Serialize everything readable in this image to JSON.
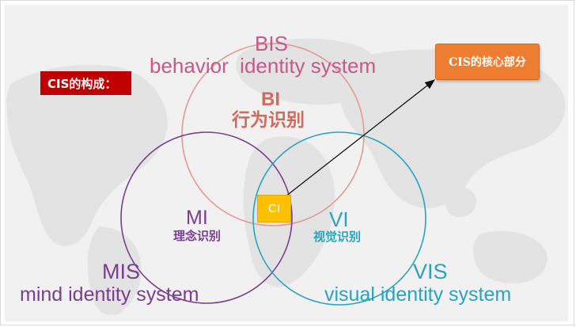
{
  "tag_label": "CIS的构成：",
  "core_label": "CIS的核心部分",
  "bis": {
    "abbr": "BIS",
    "full": "behavior  identity system"
  },
  "bi": {
    "abbr": "BI",
    "cn": "行为识别"
  },
  "mi": {
    "abbr": "MI",
    "cn": "理念识别"
  },
  "vi": {
    "abbr": "VI",
    "cn": "视觉识别"
  },
  "ci": {
    "abbr": "CI"
  },
  "mis": {
    "abbr": "MIS",
    "full": "mind identity system"
  },
  "vis": {
    "abbr": "VIS",
    "full": "visual identity system"
  },
  "colors": {
    "bis": "#c55a8a",
    "bi": "#d06a5c",
    "mi": "#7a3e8f",
    "vi": "#2aa4bd",
    "mis_text": "#7a3e8f",
    "vis_text": "#2aa4bd",
    "tag_bg": "#c00000",
    "core_bg": "#ed7d31",
    "ci_bg": "#ffc000"
  },
  "icons": [
    "world-map-background-icon",
    "arrow-icon"
  ]
}
